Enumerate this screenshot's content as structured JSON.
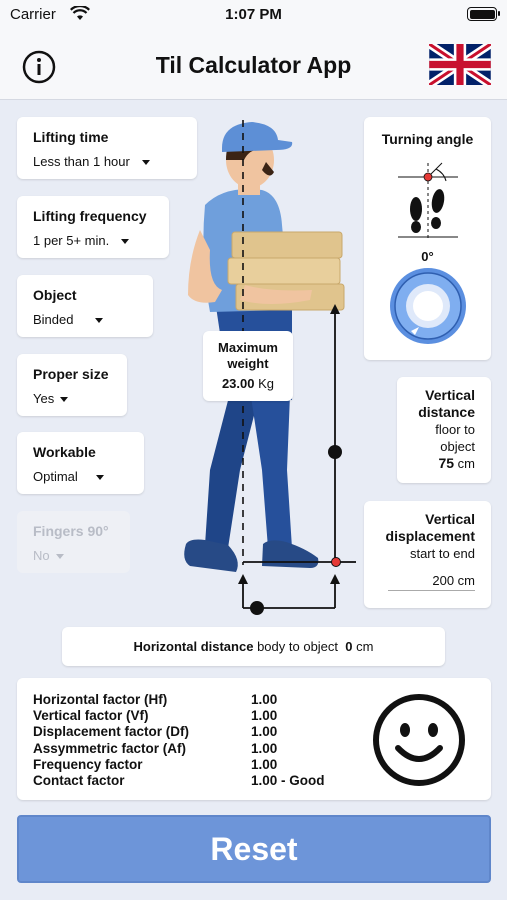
{
  "status": {
    "carrier": "Carrier",
    "time": "1:07 PM"
  },
  "header": {
    "title": "Til Calculator App",
    "info_icon": "info-icon",
    "language_flag": "uk-flag-icon"
  },
  "inputs": {
    "lifting_time": {
      "label": "Lifting time",
      "value": "Less than 1 hour"
    },
    "lifting_frequency": {
      "label": "Lifting frequency",
      "value": "1 per 5+ min."
    },
    "object": {
      "label": "Object",
      "value": "Binded"
    },
    "proper_size": {
      "label": "Proper size",
      "value": "Yes"
    },
    "workable": {
      "label": "Workable",
      "value": "Optimal"
    },
    "fingers": {
      "label": "Fingers 90°",
      "value": "No",
      "disabled": true
    }
  },
  "max_weight": {
    "label": "Maximum weight",
    "value": "23.00",
    "unit": "Kg"
  },
  "turning_angle": {
    "label": "Turning angle",
    "value": "0°"
  },
  "vertical_distance": {
    "title_1": "Vertical",
    "title_2": "distance",
    "desc_1": "floor to",
    "desc_2": "object",
    "value": "75",
    "unit": "cm"
  },
  "vertical_displacement": {
    "title_1": "Vertical",
    "title_2": "displacement",
    "desc": "start to end",
    "value": "200 cm"
  },
  "horizontal_distance": {
    "label": "Horizontal distance",
    "desc": "body to object",
    "value": "0",
    "unit": "cm"
  },
  "factors": [
    {
      "name": "Horizontal factor (Hf)",
      "value": "1.00"
    },
    {
      "name": "Vertical factor (Vf)",
      "value": "1.00"
    },
    {
      "name": "Displacement factor (Df)",
      "value": "1.00"
    },
    {
      "name": "Assymmetric factor (Af)",
      "value": "1.00"
    },
    {
      "name": "Frequency factor",
      "value": "1.00"
    },
    {
      "name": "Contact factor",
      "value": "1.00 - Good"
    }
  ],
  "result_icon": "smiley-face-icon",
  "reset_label": "Reset",
  "colors": {
    "accent": "#6d95d9",
    "marker_red": "#e53935",
    "worker_shirt": "#6f9fdc",
    "worker_pants": "#26509b"
  }
}
